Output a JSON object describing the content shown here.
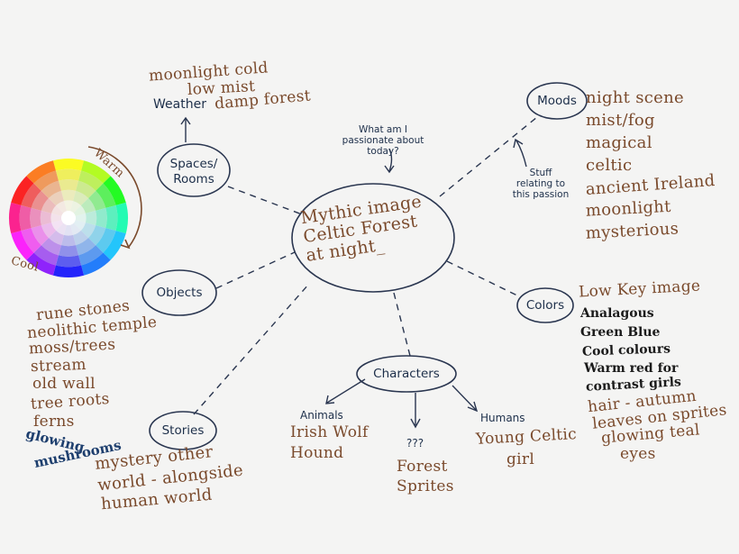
{
  "center": {
    "lines": [
      "Mythic image",
      "Celtic Forest",
      "at night_"
    ]
  },
  "question": {
    "lines": [
      "What am I",
      "passionate about",
      "today?"
    ]
  },
  "stuff_note": {
    "lines": [
      "Stuff",
      "relating to",
      "this passion"
    ]
  },
  "nodes": {
    "spaces": "Spaces/ Rooms",
    "moods": "Moods",
    "objects": "Objects",
    "colors": "Colors",
    "stories": "Stories",
    "characters": "Characters"
  },
  "weather": {
    "label": "Weather",
    "lines": [
      "moonlight cold",
      "low mist",
      "damp forest"
    ]
  },
  "moods_list": [
    "night scene",
    "mist/fog",
    "magical",
    "celtic",
    "ancient Ireland",
    "moonlight",
    "mysterious"
  ],
  "objects_list": [
    "rune stones",
    "neolithic temple",
    "moss/trees",
    "stream",
    "old wall",
    "tree roots",
    "ferns"
  ],
  "objects_extra": [
    "glowing",
    "mushrooms"
  ],
  "colors_heading": "Low Key image",
  "colors_list": [
    "Analagous",
    "Green Blue",
    "Cool colours",
    "Warm red for",
    "contrast girls"
  ],
  "colors_extra": [
    "hair - autumn",
    "leaves on sprites",
    "glowing teal",
    "eyes"
  ],
  "stories_list": [
    "mystery other",
    "world - alongside",
    "human world"
  ],
  "characters": {
    "animals_label": "Animals",
    "animals": [
      "Irish Wolf",
      "Hound"
    ],
    "unknown_label": "???",
    "unknown": [
      "Forest",
      "Sprites"
    ],
    "humans_label": "Humans",
    "humans": [
      "Young Celtic",
      "girl"
    ]
  },
  "color_wheel": {
    "warm_label": "Warm",
    "cool_label": "Cool"
  },
  "colors": {
    "navy": "#1d2f4a",
    "brown": "#7a4a2c",
    "black": "#1b1b1b",
    "blue": "#1e3f6e"
  }
}
